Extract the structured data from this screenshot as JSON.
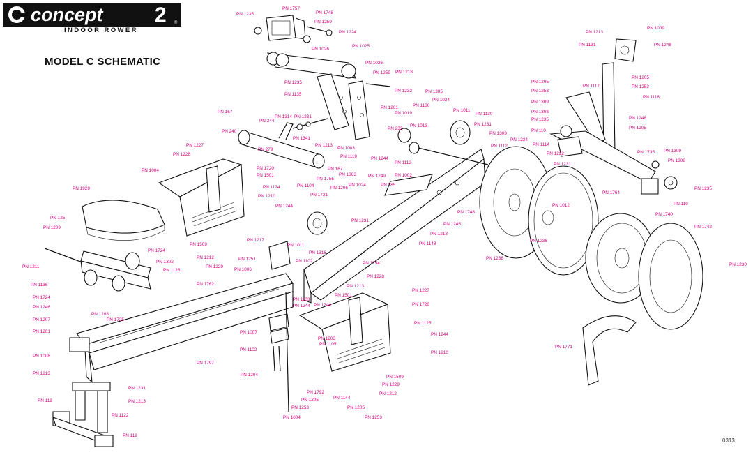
{
  "brand": {
    "name": "concept",
    "model_number": "2",
    "subtitle": "INDOOR ROWER",
    "registered": "®"
  },
  "title": "MODEL C SCHEMATIC",
  "drawing_code": "0313",
  "colors": {
    "callout": "#d6007e",
    "ink": "#111111",
    "background": "#ffffff"
  },
  "parts": [
    {
      "label": "PN 1235"
    },
    {
      "label": "PN 1757"
    },
    {
      "label": "PN 1748"
    },
    {
      "label": "PN 1259"
    },
    {
      "label": "PN 1224"
    },
    {
      "label": "PN 1026"
    },
    {
      "label": "PN 1025"
    },
    {
      "label": "PN 1026"
    },
    {
      "label": "PN 1259"
    },
    {
      "label": "PN 1218"
    },
    {
      "label": "PN 1235"
    },
    {
      "label": "PN 1232"
    },
    {
      "label": "PN 1135"
    },
    {
      "label": "PN 1213"
    },
    {
      "label": "PN 1009"
    },
    {
      "label": "PN 1131"
    },
    {
      "label": "PN 1248"
    },
    {
      "label": "PN 1205"
    },
    {
      "label": "PN 1253"
    },
    {
      "label": "PN 1205"
    },
    {
      "label": "PN 1117"
    },
    {
      "label": "PN 1118"
    },
    {
      "label": "PN 1253"
    },
    {
      "label": "PN 1309"
    },
    {
      "label": "PN 1308"
    },
    {
      "label": "PN 1235"
    },
    {
      "label": "PN 1248"
    },
    {
      "label": "PN 1205"
    },
    {
      "label": "PN 110"
    },
    {
      "label": "PN 1735"
    },
    {
      "label": "PN 1309"
    },
    {
      "label": "PN 1308"
    },
    {
      "label": "PN 1235"
    },
    {
      "label": "PN 119"
    },
    {
      "label": "PN 167"
    },
    {
      "label": "PN 1314"
    },
    {
      "label": "PN 1231"
    },
    {
      "label": "PN 244"
    },
    {
      "label": "PN 240"
    },
    {
      "label": "PN 1341"
    },
    {
      "label": "PN 1213"
    },
    {
      "label": "PN 279"
    },
    {
      "label": "PN 167"
    },
    {
      "label": "PN 1003"
    },
    {
      "label": "PN 1119"
    },
    {
      "label": "PN 1201"
    },
    {
      "label": "PN 1019"
    },
    {
      "label": "PN 232"
    },
    {
      "label": "PN 1013"
    },
    {
      "label": "PN 1244"
    },
    {
      "label": "PN 1305"
    },
    {
      "label": "PN 1024"
    },
    {
      "label": "PN 1130"
    },
    {
      "label": "PN 1011"
    },
    {
      "label": "PN 1130"
    },
    {
      "label": "PN 1231"
    },
    {
      "label": "PN 1309"
    },
    {
      "label": "PN 1112"
    },
    {
      "label": "PN 1234"
    },
    {
      "label": "PN 1114"
    },
    {
      "label": "PN 1232"
    },
    {
      "label": "PN 1231"
    },
    {
      "label": "PN 1112"
    },
    {
      "label": "PN 1227"
    },
    {
      "label": "PN 1228"
    },
    {
      "label": "PN 1004"
    },
    {
      "label": "PN 1720"
    },
    {
      "label": "PN 1501"
    },
    {
      "label": "PN 1303"
    },
    {
      "label": "PN 1756"
    },
    {
      "label": "PN 1024"
    },
    {
      "label": "PN 1249"
    },
    {
      "label": "PN 285"
    },
    {
      "label": "PN 1002"
    },
    {
      "label": "PN 1929"
    },
    {
      "label": "PN 1124"
    },
    {
      "label": "PN 1210"
    },
    {
      "label": "PN 1244"
    },
    {
      "label": "PN 1104"
    },
    {
      "label": "PN 1731"
    },
    {
      "label": "PN 1206"
    },
    {
      "label": "PN 1748"
    },
    {
      "label": "PN 1245"
    },
    {
      "label": "PN 1213"
    },
    {
      "label": "PN 1764"
    },
    {
      "label": "PN 1012"
    },
    {
      "label": "PN 1236"
    },
    {
      "label": "PN 1740"
    },
    {
      "label": "PN 1742"
    },
    {
      "label": "PN 1236"
    },
    {
      "label": "PN 1230"
    },
    {
      "label": "PN 125"
    },
    {
      "label": "PN 1209"
    },
    {
      "label": "PN 1211"
    },
    {
      "label": "PN 1509"
    },
    {
      "label": "PN 1212"
    },
    {
      "label": "PN 1229"
    },
    {
      "label": "PN 1217"
    },
    {
      "label": "PN 1011"
    },
    {
      "label": "PN 1316"
    },
    {
      "label": "PN 1231"
    },
    {
      "label": "PN 1148"
    },
    {
      "label": "PN 1724"
    },
    {
      "label": "PN 1302"
    },
    {
      "label": "PN 1126"
    },
    {
      "label": "PN 1251"
    },
    {
      "label": "PN 1006"
    },
    {
      "label": "PN 1102"
    },
    {
      "label": "PN 1754"
    },
    {
      "label": "PN 1136"
    },
    {
      "label": "PN 1724"
    },
    {
      "label": "PN 1246"
    },
    {
      "label": "PN 1207"
    },
    {
      "label": "PN 1208"
    },
    {
      "label": "PN 1725"
    },
    {
      "label": "PN 1762"
    },
    {
      "label": "PN 1228"
    },
    {
      "label": "PN 1213"
    },
    {
      "label": "PN 1227"
    },
    {
      "label": "PN 1501"
    },
    {
      "label": "PN 1720"
    },
    {
      "label": "PN 1103"
    },
    {
      "label": "PN 1244"
    },
    {
      "label": "PN 1244"
    },
    {
      "label": "PN 1201"
    },
    {
      "label": "PN 1008"
    },
    {
      "label": "PN 1213"
    },
    {
      "label": "PN 1007"
    },
    {
      "label": "PN 1102"
    },
    {
      "label": "PN 1797"
    },
    {
      "label": "PN 1125"
    },
    {
      "label": "PN 1203"
    },
    {
      "label": "PN 1105"
    },
    {
      "label": "PN 1244"
    },
    {
      "label": "PN 1210"
    },
    {
      "label": "PN 1771"
    },
    {
      "label": "PN 1204"
    },
    {
      "label": "PN 1509"
    },
    {
      "label": "PN 1229"
    },
    {
      "label": "PN 1212"
    },
    {
      "label": "PN 1792"
    },
    {
      "label": "PN 1205"
    },
    {
      "label": "PN 1144"
    },
    {
      "label": "PN 1253"
    },
    {
      "label": "PN 1205"
    },
    {
      "label": "PN 1253"
    },
    {
      "label": "PN 1004"
    },
    {
      "label": "PN 1231"
    },
    {
      "label": "PN 1213"
    },
    {
      "label": "PN 119"
    },
    {
      "label": "PN 1122"
    },
    {
      "label": "PN 119"
    }
  ]
}
